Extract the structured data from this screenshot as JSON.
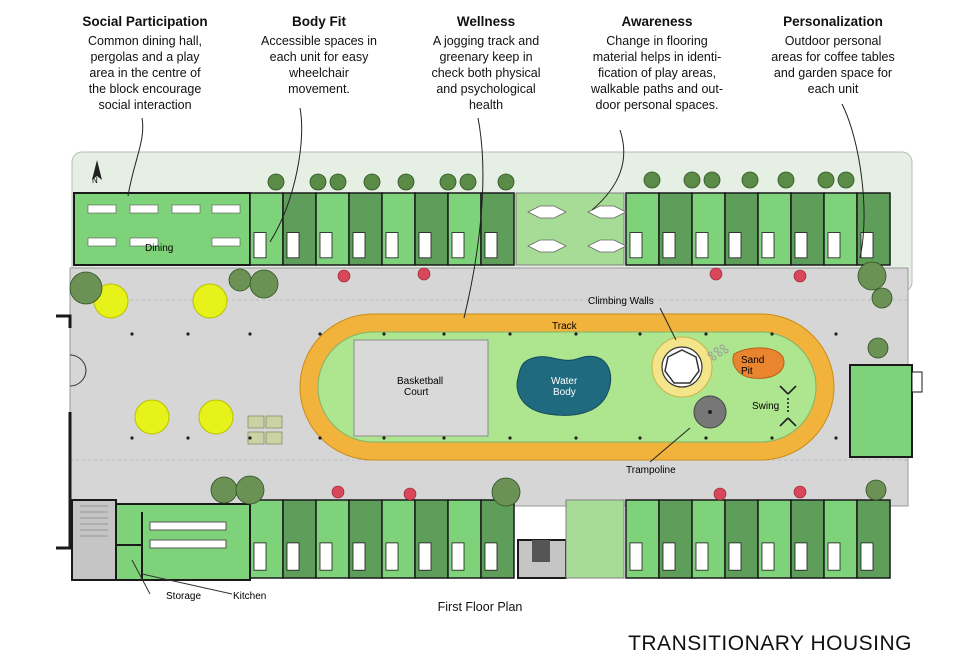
{
  "annotations": [
    {
      "title": "Social Participation",
      "text": [
        "Common dining hall,",
        "pergolas and a play",
        "area in the centre of",
        "the block encourage",
        "social interaction"
      ]
    },
    {
      "title": "Body Fit",
      "text": [
        "Accessible spaces in",
        "each unit for easy",
        "wheelchair",
        "movement."
      ]
    },
    {
      "title": "Wellness",
      "text": [
        "A jogging track and",
        "greenary keep in",
        "check both physical",
        "and psychological",
        "health"
      ]
    },
    {
      "title": "Awareness",
      "text": [
        "Change in flooring",
        "material helps in identi-",
        "fication of play areas,",
        "walkable paths and out-",
        "door personal spaces."
      ]
    },
    {
      "title": "Personalization",
      "text": [
        "Outdoor personal",
        "areas for coffee tables",
        "and garden space for",
        "each unit"
      ]
    }
  ],
  "plan_labels": {
    "dining": "Dining",
    "track": "Track",
    "climbing_walls": "Climbing Walls",
    "basketball_1": "Basketball",
    "basketball_2": "Court",
    "water_1": "Water",
    "water_2": "Body",
    "sand_1": "Sand",
    "sand_2": "Pit",
    "swing": "Swing",
    "trampoline": "Trampoline",
    "storage": "Storage",
    "kitchen": "Kitchen",
    "north": "N"
  },
  "caption": "First Floor Plan",
  "title": "TRANSITIONARY HOUSING",
  "colors": {
    "green": "#7ed37a",
    "dark_green": "#5f9e5a",
    "paving": "#d6d6d6",
    "track": "#f2b33c",
    "field": "#aee58f",
    "water": "#1f6a7f",
    "wall": "#1a1a1a"
  }
}
